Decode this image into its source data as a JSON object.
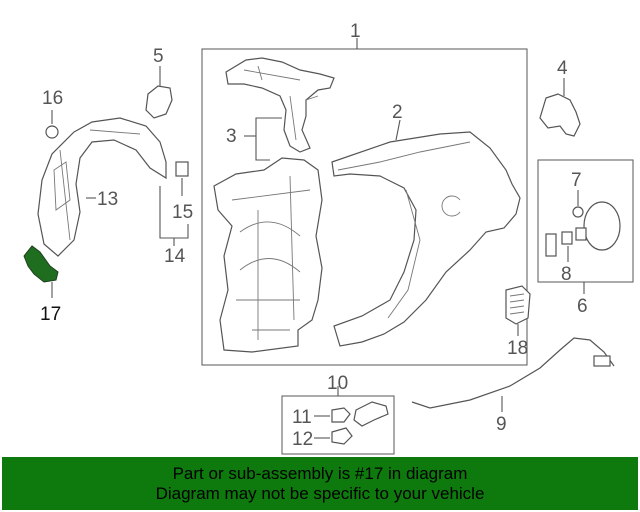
{
  "colors": {
    "banner_bg": "#0e7a0e",
    "highlight_fill": "#1f6e1f",
    "line": "#555555"
  },
  "callouts": {
    "c1": "1",
    "c2": "2",
    "c3": "3",
    "c4": "4",
    "c5": "5",
    "c6": "6",
    "c7": "7",
    "c8": "8",
    "c9": "9",
    "c10": "10",
    "c11": "11",
    "c12": "12",
    "c13": "13",
    "c14": "14",
    "c15": "15",
    "c16": "16",
    "c17": "17",
    "c18": "18"
  },
  "banner": {
    "line1": "Part or sub-assembly is #17 in diagram",
    "line2": "Diagram may not be specific to your vehicle"
  }
}
